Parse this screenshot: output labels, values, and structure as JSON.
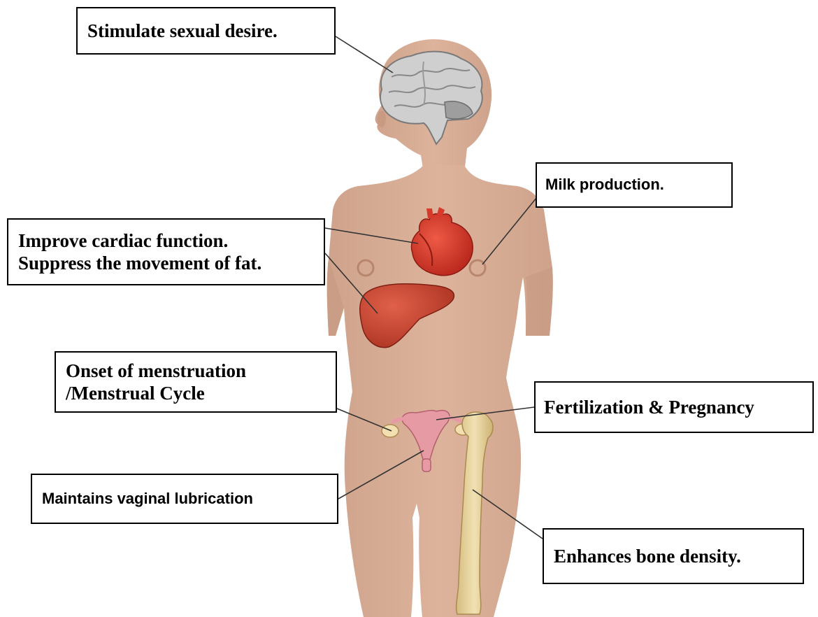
{
  "labels": {
    "brain": "Stimulate sexual desire.",
    "breast": "Milk production.",
    "heart_line1": "Improve cardiac function.",
    "heart_line2": "Suppress the movement of fat.",
    "ovary_line1": "Onset of menstruation",
    "ovary_line2": "/Menstrual Cycle",
    "uterus": "Fertilization & Pregnancy",
    "vagina": "Maintains vaginal lubrication",
    "bone": "Enhances bone density."
  },
  "colors": {
    "skin": "#d9ae96",
    "skin_shadow": "#c99a82",
    "heart": "#d63a2a",
    "liver": "#c8432c",
    "uterus": "#e29aa5",
    "bone": "#e7d29c",
    "brain": "#c9c9c9"
  }
}
